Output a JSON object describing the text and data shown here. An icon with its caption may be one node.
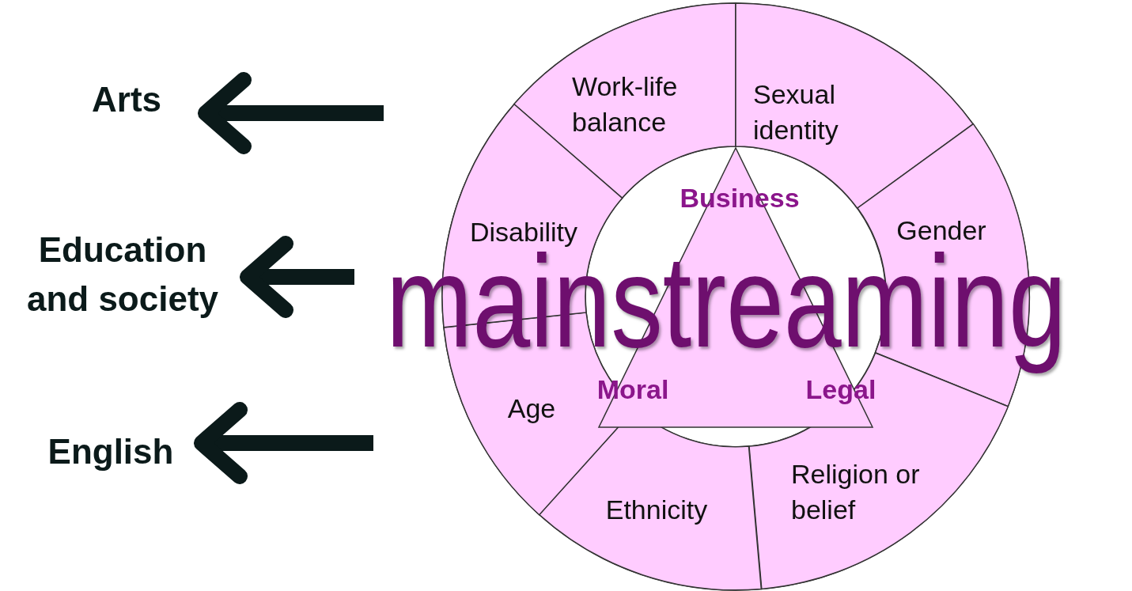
{
  "diagram": {
    "nodes": [
      {
        "text": [
          "Arts"
        ]
      },
      {
        "text": [
          "Education and society"
        ]
      },
      {
        "text": [
          "English"
        ]
      },
      {
        "text": [],
        "shape": "circle"
      },
      {
        "text": [
          "Work-life balance"
        ],
        "in": 3
      },
      {
        "text": [
          "Sexual identity"
        ],
        "in": 3
      },
      {
        "text": [
          "Gender"
        ],
        "in": 3
      },
      {
        "text": [
          "Religion or belief"
        ],
        "in": 3
      },
      {
        "text": [
          "Ethnicity"
        ],
        "in": 3
      },
      {
        "text": [
          "Age"
        ],
        "in": 3
      },
      {
        "text": [
          "Disability"
        ],
        "in": 3
      },
      {
        "text": [
          "Business",
          "Moral",
          "Legal"
        ],
        "in": 3
      }
    ],
    "edges": [
      {
        "from": null,
        "to": 0,
        "arrow": "to"
      },
      {
        "from": null,
        "to": 1,
        "arrow": "to"
      },
      {
        "from": null,
        "to": 2,
        "arrow": "to"
      }
    ],
    "labels": [
      "mainstreaming"
    ]
  }
}
